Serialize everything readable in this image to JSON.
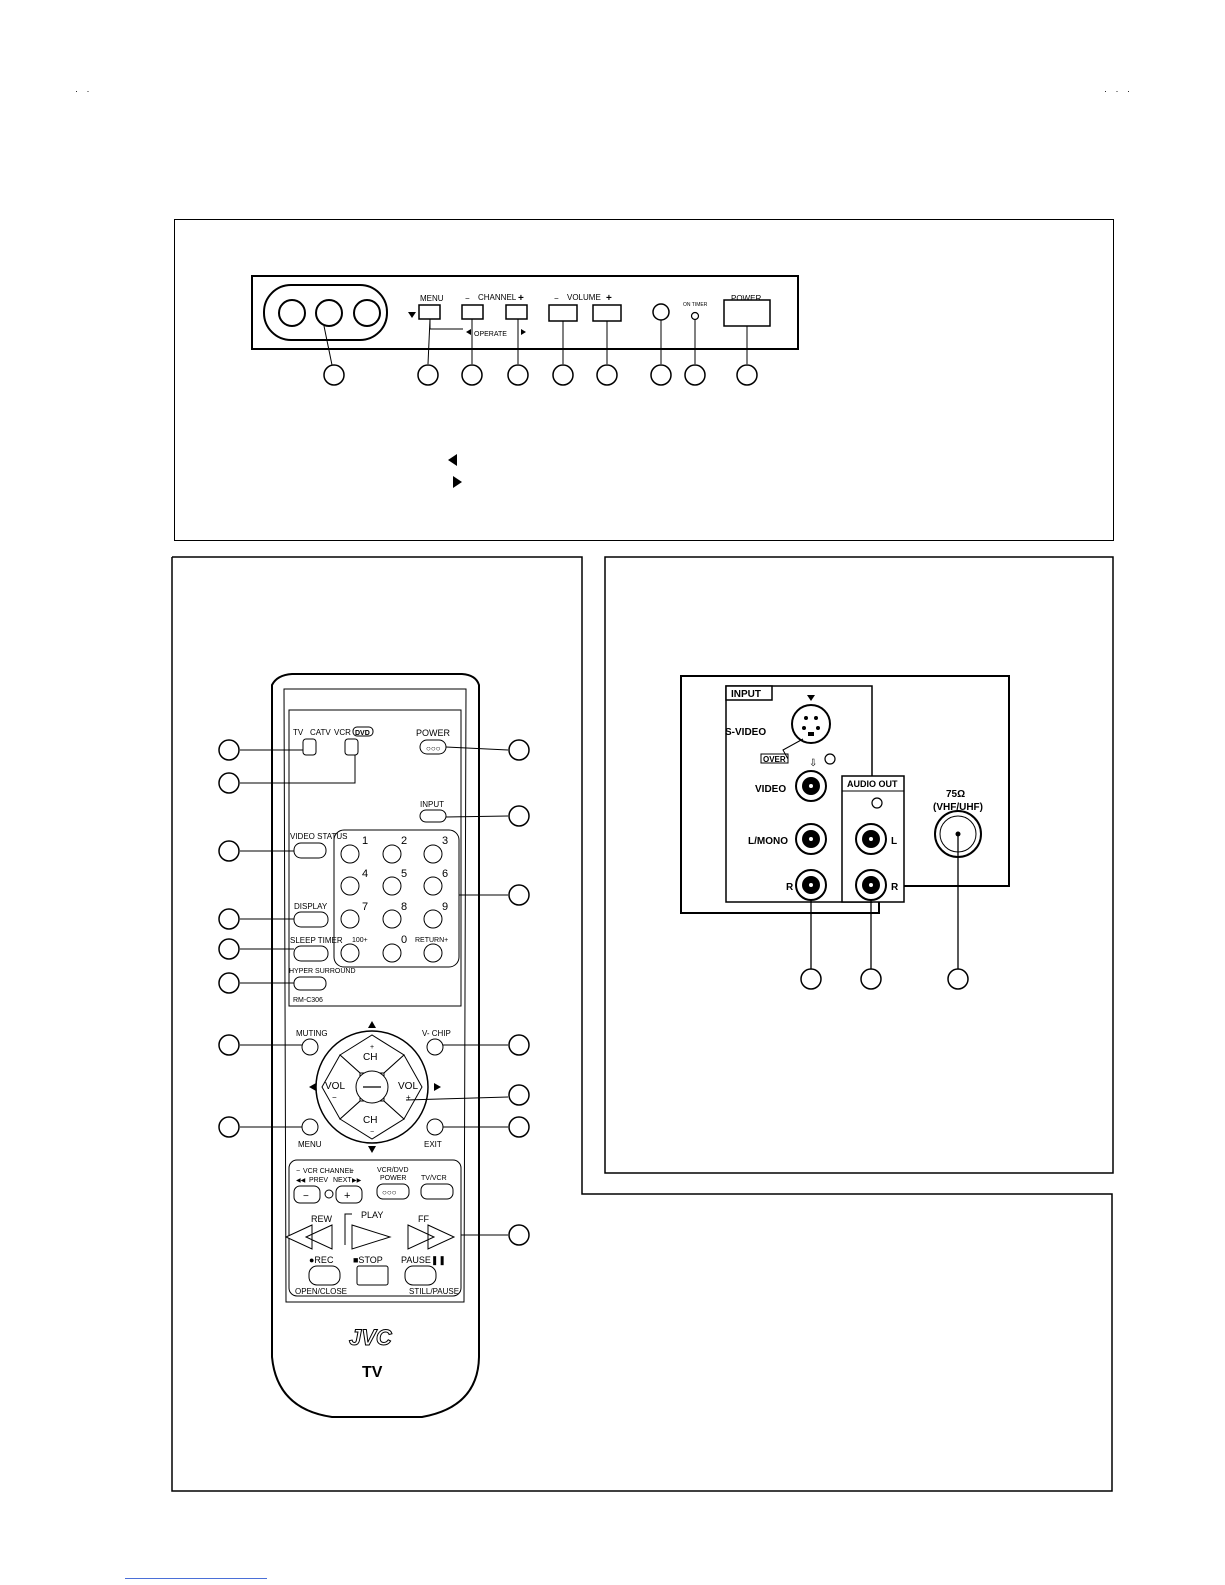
{
  "front_panel": {
    "menu": "MENU",
    "channel": "CHANNEL",
    "volume": "VOLUME",
    "minus": "−",
    "plus": "+",
    "operate": "OPERATE",
    "on_timer": "ON TIMER",
    "power": "POWER"
  },
  "rear_panel": {
    "input": "INPUT",
    "s_video": "S-VIDEO",
    "over": "OVER",
    "video": "VIDEO",
    "l_mono": "L/MONO",
    "r": "R",
    "audio_out": "AUDIO OUT",
    "l": "L",
    "antenna_line1": "75Ω",
    "antenna_line2": "(VHF/UHF)"
  },
  "remote": {
    "mode_tv": "TV",
    "mode_catv": "CATV",
    "mode_vcr": "VCR",
    "mode_dvd": "DVD",
    "power": "POWER",
    "input": "INPUT",
    "video_status": "VIDEO STATUS",
    "display": "DISPLAY",
    "sleep_timer": "SLEEP TIMER",
    "hyper_surround": "HYPER SURROUND",
    "model": "RM-C306",
    "digits": [
      "1",
      "2",
      "3",
      "4",
      "5",
      "6",
      "7",
      "8",
      "9",
      "100+",
      "0",
      "RETURN+"
    ],
    "muting": "MUTING",
    "v_chip": "V- CHIP",
    "ch": "CH",
    "vol": "VOL",
    "menu": "MENU",
    "exit": "EXIT",
    "vcr_channel": "VCR CHANNEL",
    "prev": "PREV",
    "next": "NEXT",
    "vcr_dvd_power_1": "VCR/DVD",
    "vcr_dvd_power_2": "POWER",
    "tv_vcr": "TV/VCR",
    "rew": "REW",
    "play": "PLAY",
    "ff": "FF",
    "rec": "●REC",
    "stop": "■STOP",
    "pause": "PAUSE❚❚",
    "open_close": "OPEN/CLOSE",
    "still_pause": "STILL/PAUSE",
    "brand": "JVC",
    "brand_sub": "TV"
  }
}
